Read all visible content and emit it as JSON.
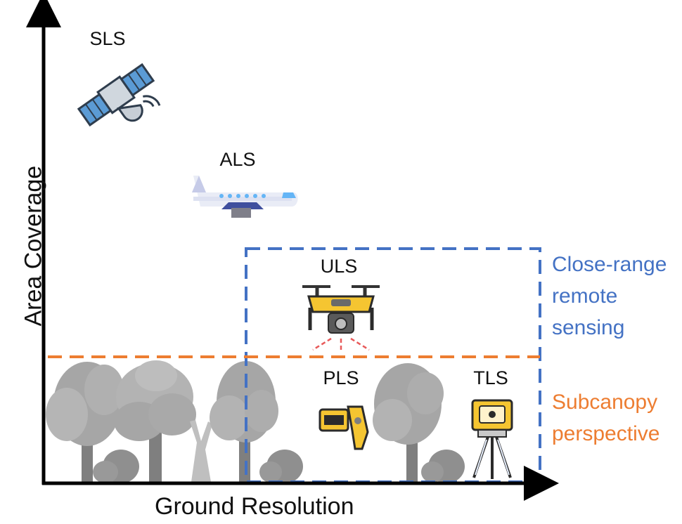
{
  "axes": {
    "x_label": "Ground Resolution",
    "y_label": "Area Coverage"
  },
  "systems": [
    {
      "key": "sls",
      "label": "SLS",
      "icon": "satellite-icon"
    },
    {
      "key": "als",
      "label": "ALS",
      "icon": "airplane-icon"
    },
    {
      "key": "uls",
      "label": "ULS",
      "icon": "drone-icon"
    },
    {
      "key": "pls",
      "label": "PLS",
      "icon": "handheld-scanner-icon"
    },
    {
      "key": "tls",
      "label": "TLS",
      "icon": "tripod-scanner-icon"
    }
  ],
  "regions": {
    "close_range": {
      "lines": [
        "Close-range",
        "remote",
        "sensing"
      ],
      "color": "#4472c4"
    },
    "subcanopy": {
      "lines": [
        "Subcanopy",
        "perspective"
      ],
      "color": "#ed7d31"
    }
  },
  "colors": {
    "axis": "#000000",
    "trees": "#a6a6a6",
    "accent_yellow": "#f5c531"
  }
}
